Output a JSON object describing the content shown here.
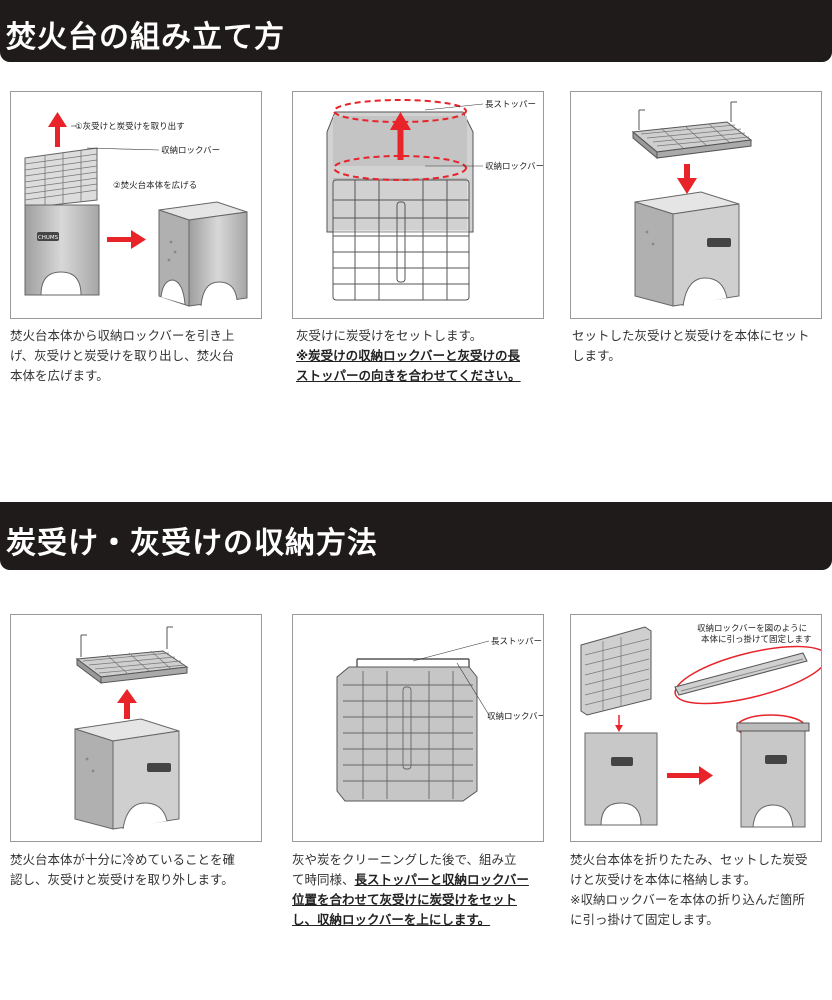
{
  "section1": {
    "title": "焚火台の組み立て方",
    "steps": [
      {
        "labels": {
          "step1": "①灰受けと炭受けを取り出す",
          "lockbar": "収納ロックバー",
          "step2": "②焚火台本体を広げる"
        },
        "caption_lines": [
          "焚火台本体から収納ロックバーを引き上",
          "げ、灰受けと炭受けを取り出し、焚火台",
          "本体を広げます。"
        ]
      },
      {
        "labels": {
          "long_stopper": "長ストッパー",
          "lockbar": "収納ロックバー"
        },
        "caption_lines": [
          "灰受けに炭受けをセットします。"
        ],
        "caption_emph_lines": [
          "※炭受けの収納ロックバーと灰受けの長",
          "ストッパーの向きを合わせてください。"
        ]
      },
      {
        "caption_lines": [
          "セットした灰受けと炭受けを本体にセット",
          "します。"
        ]
      }
    ]
  },
  "section2": {
    "title": "炭受け・灰受けの収納方法",
    "steps": [
      {
        "caption_lines": [
          "焚火台本体が十分に冷めていることを確",
          "認し、灰受けと炭受けを取り外します。"
        ]
      },
      {
        "labels": {
          "long_stopper": "長ストッパー",
          "lockbar": "収納ロックバー"
        },
        "caption_lines": [
          "灰や炭をクリーニングした後で、組み立",
          "て時同様、"
        ],
        "caption_emph_lines": [
          "長ストッパーと収納ロックバー",
          "位置を合わせて灰受けに炭受けをセット",
          "し、収納ロックバーを上にします。"
        ]
      },
      {
        "labels": {
          "note1": "収納ロックバーを図のように",
          "note2": "本体に引っ掛けて固定します"
        },
        "caption_lines": [
          "焚火台本体を折りたたみ、セットした炭受",
          "けと灰受けを本体に格納します。",
          "※収納ロックバーを本体の折り込んだ箇所",
          "に引っ掛けて固定します。"
        ]
      }
    ]
  },
  "logo_text": "CHUMS",
  "colors": {
    "header_bg": "#1f1b1a",
    "arrow_red": "#e8232a",
    "steel": "#b8b8b8",
    "border": "#9a9a9a"
  }
}
